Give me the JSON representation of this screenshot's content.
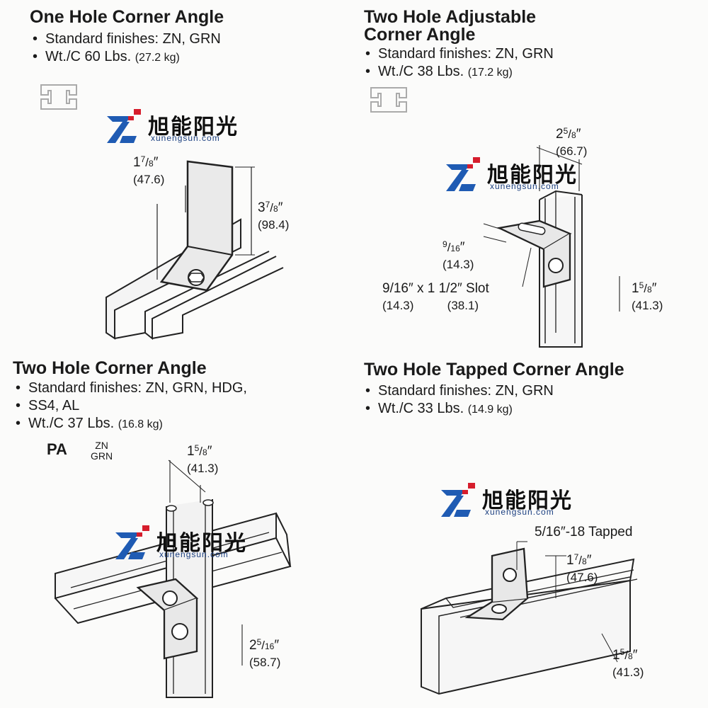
{
  "logo": {
    "name_cn": "旭能阳光",
    "url": "xunengsun.com",
    "colors": {
      "blue": "#1f5bb3",
      "red": "#d61d2c"
    }
  },
  "panels": [
    {
      "title": "One Hole Corner Angle",
      "bullets": [
        {
          "text": "Standard finishes: ZN, GRN",
          "sub": ""
        },
        {
          "text": "Wt./C 60 Lbs.",
          "sub": "(27.2 kg)"
        }
      ],
      "dims": [
        {
          "whole": "1",
          "num": "7",
          "den": "8",
          "unit": "″",
          "metric": "(47.6)"
        },
        {
          "whole": "3",
          "num": "7",
          "den": "8",
          "unit": "″",
          "metric": "(98.4)"
        }
      ]
    },
    {
      "title": "Two Hole Adjustable Corner Angle",
      "title_line1": "Two Hole Adjustable",
      "title_line2": "Corner Angle",
      "bullets": [
        {
          "text": "Standard finishes: ZN, GRN",
          "sub": ""
        },
        {
          "text": "Wt./C 38 Lbs.",
          "sub": "(17.2 kg)"
        }
      ],
      "dims": [
        {
          "whole": "2",
          "num": "5",
          "den": "8",
          "unit": "″",
          "metric": "(66.7)"
        },
        {
          "whole": "",
          "num": "9",
          "den": "16",
          "unit": "″",
          "metric": "(14.3)"
        },
        {
          "slot_text": "9/16″ x 1 1/2″ Slot",
          "metric_a": "(14.3)",
          "metric_b": "(38.1)"
        },
        {
          "whole": "1",
          "num": "5",
          "den": "8",
          "unit": "″",
          "metric": "(41.3)"
        }
      ]
    },
    {
      "title": "Two Hole Corner Angle",
      "bullets": [
        {
          "text": "Standard finishes: ZN, GRN, HDG,",
          "sub": ""
        },
        {
          "text": "SS4, AL",
          "sub": "",
          "continuation": true
        },
        {
          "text": "Wt./C 37 Lbs.",
          "sub": "(16.8 kg)"
        }
      ],
      "pa_label": "PA",
      "pa_finishes": [
        "ZN",
        "GRN"
      ],
      "dims": [
        {
          "whole": "1",
          "num": "5",
          "den": "8",
          "unit": "″",
          "metric": "(41.3)"
        },
        {
          "whole": "2",
          "num": "5",
          "den": "16",
          "unit": "″",
          "metric": "(58.7)"
        }
      ]
    },
    {
      "title": "Two Hole Tapped Corner Angle",
      "bullets": [
        {
          "text": "Standard finishes: ZN, GRN",
          "sub": ""
        },
        {
          "text": "Wt./C 33 Lbs.",
          "sub": "(14.9 kg)"
        }
      ],
      "dims": [
        {
          "tapped_text": "5/16″-18 Tapped"
        },
        {
          "whole": "1",
          "num": "7",
          "den": "8",
          "unit": "″",
          "metric": "(47.6)"
        },
        {
          "whole": "1",
          "num": "5",
          "den": "8",
          "unit": "″",
          "metric": "(41.3)"
        }
      ]
    }
  ]
}
